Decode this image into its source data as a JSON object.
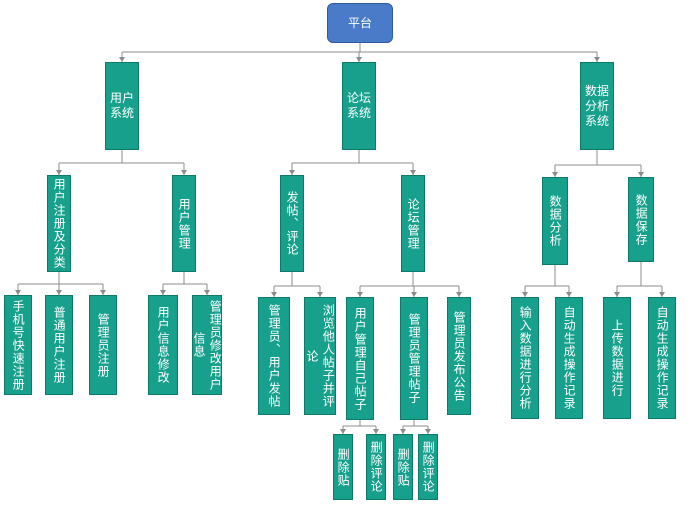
{
  "colors": {
    "node": "#17a08c",
    "root": "#4a7bc8",
    "line": "#8c8c8c",
    "text": "#ffffff"
  },
  "nodes": {
    "root": "平台",
    "user_system": "用户\n系统",
    "forum_system": "论坛\n系统",
    "data_system": "数据\n分析\n系统",
    "user_register": "用户注册及分类",
    "user_manage": "用户管理",
    "post_comment": "发帖、评论",
    "forum_manage": "论坛管理",
    "data_analysis": "数据分析",
    "data_save": "数据保存",
    "phone_register": "手机号快速注册",
    "normal_register": "普通用户注册",
    "admin_register": "管理员注册",
    "edit_user_info": "用户信息修改",
    "admin_edit_info": "管理员修改用户信息",
    "post_by_admin_user": "管理员、用户发帖",
    "browse_comment": "浏览他人帖子并评论",
    "user_manage_posts": "用户管理自己帖子",
    "admin_manage_posts": "管理员管理帖子",
    "admin_announce": "管理员发布公告",
    "input_analysis": "输入数据进行分析",
    "auto_record_a": "自动生成操作记录",
    "upload_data": "上传数据进行",
    "auto_record_b": "自动生成操作记录",
    "delete_post_a": "删除贴",
    "delete_comment_a": "删除评论",
    "delete_post_b": "删除贴",
    "delete_comment_b": "删除评论"
  }
}
